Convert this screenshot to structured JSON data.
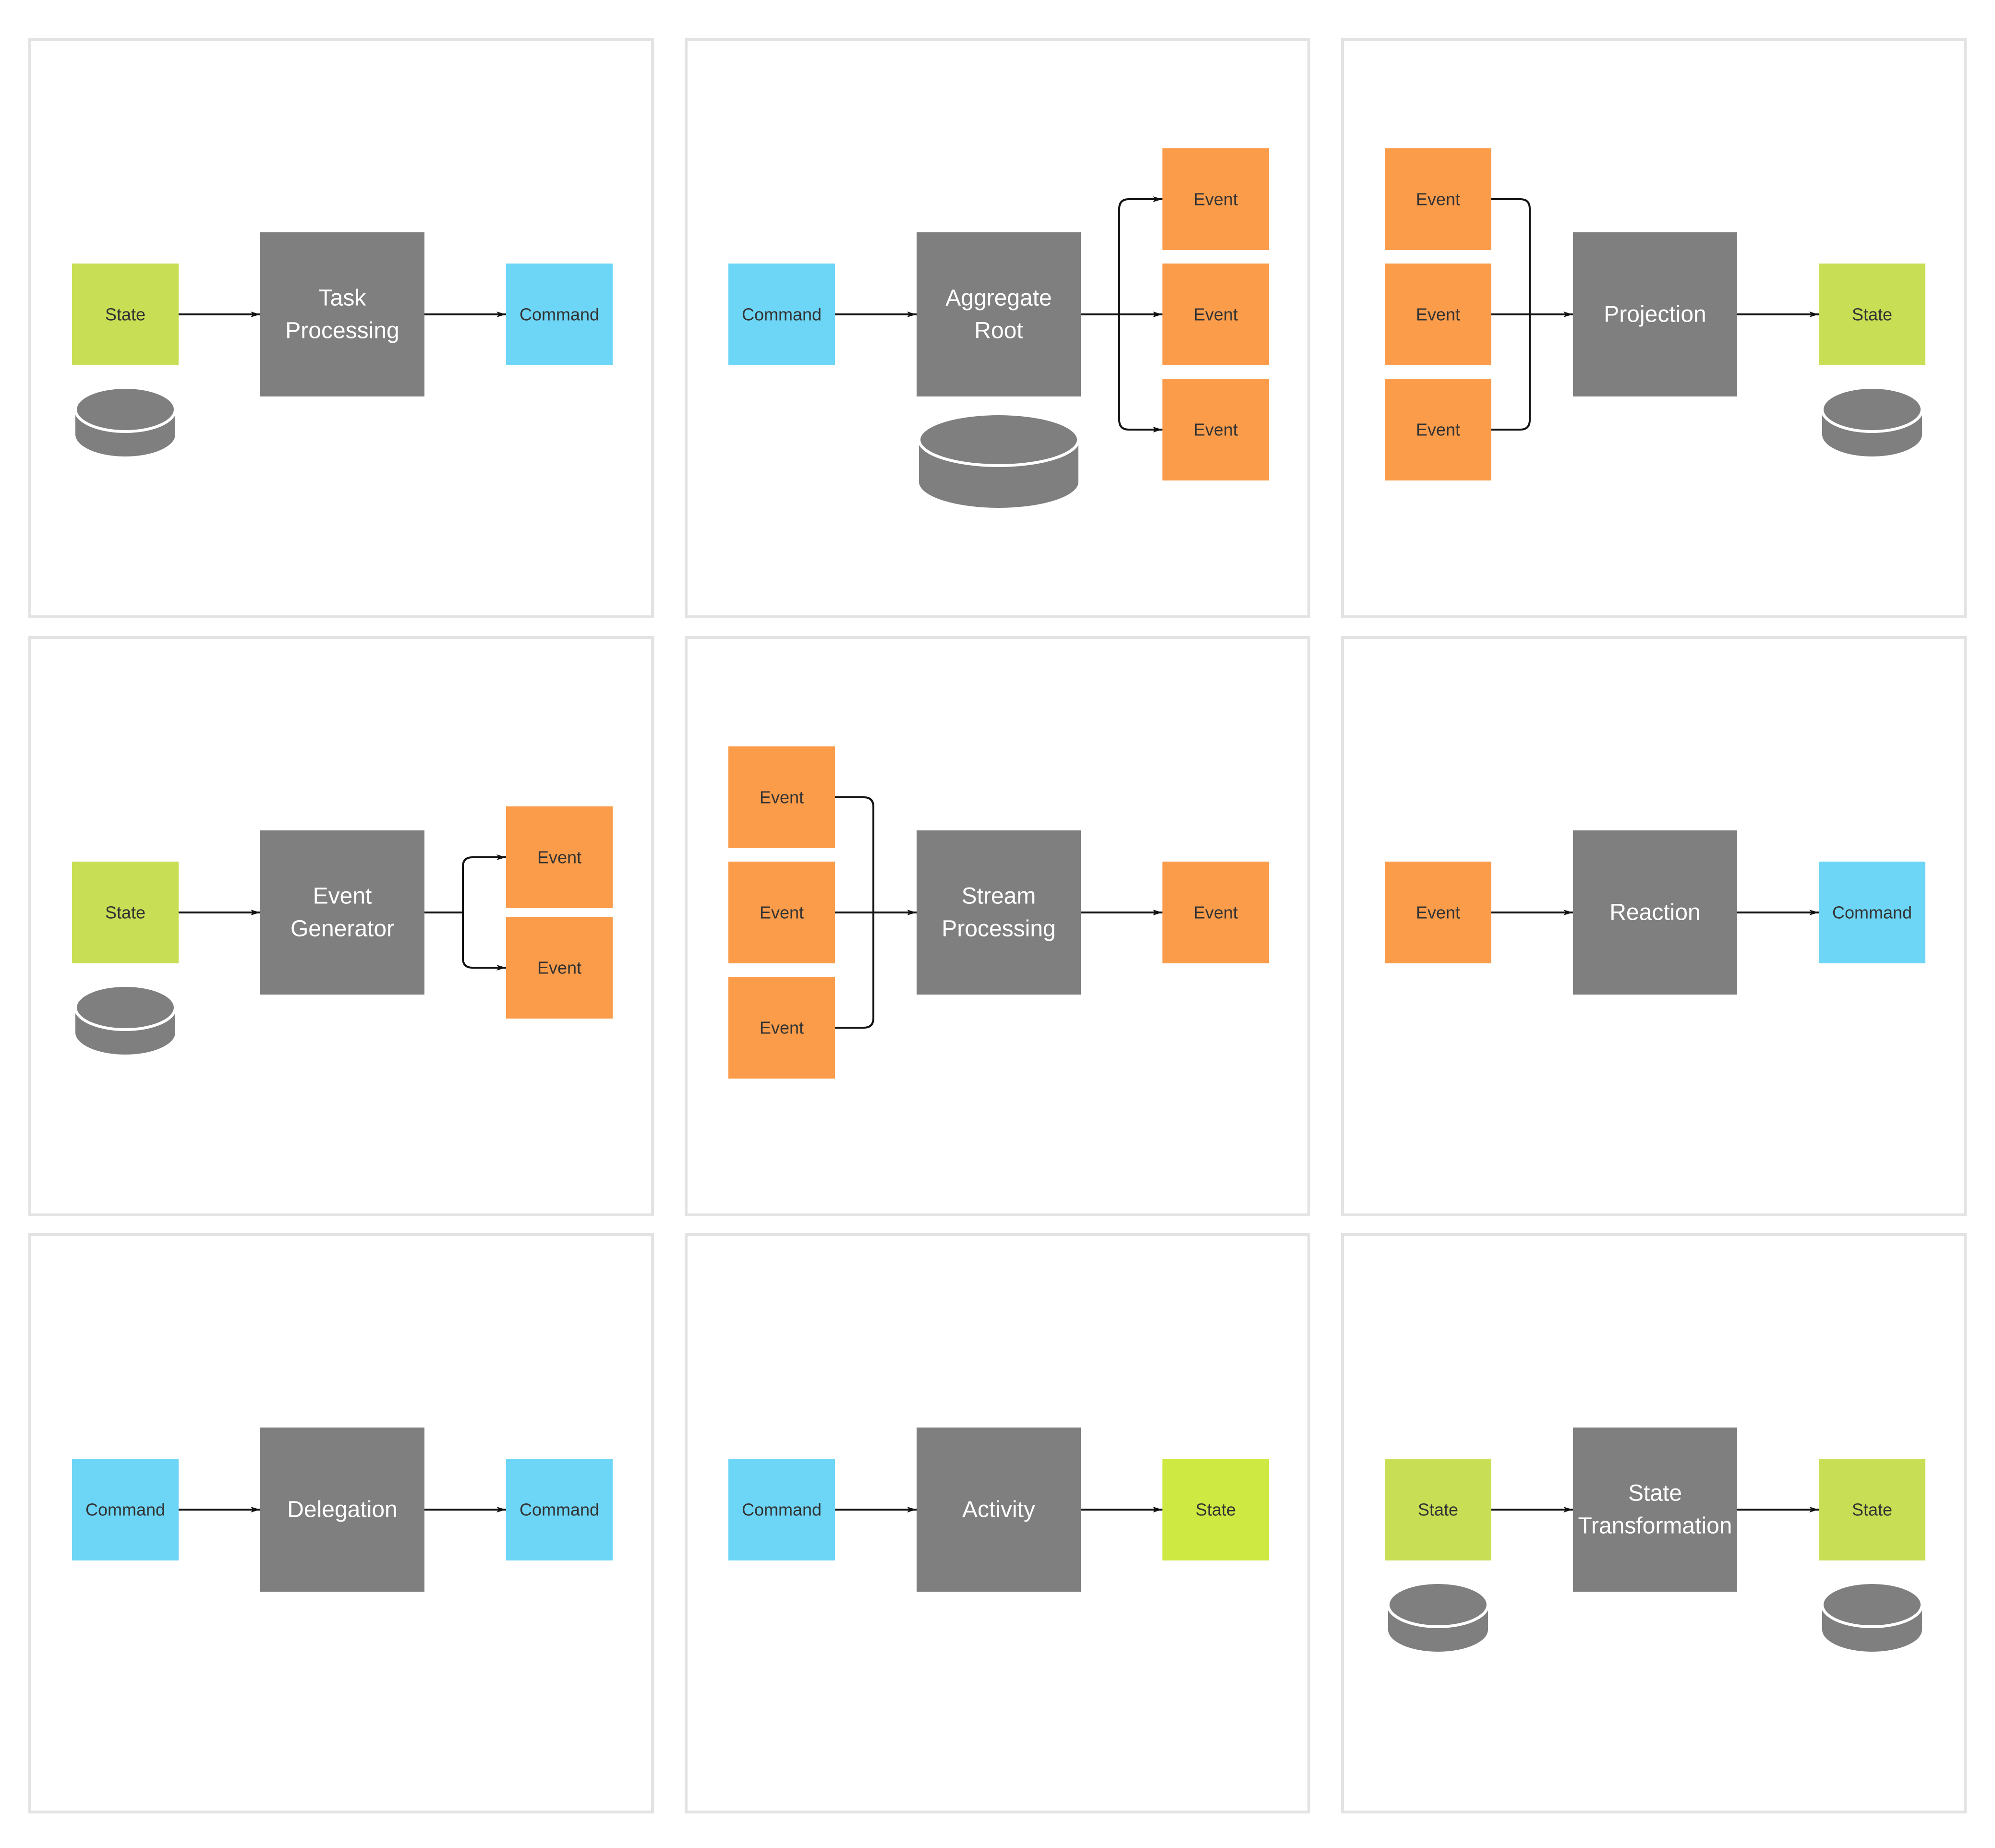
{
  "colors": {
    "state": "#c8df55",
    "state_bright": "#cde942",
    "command": "#6dd6f7",
    "event": "#fb9c4b",
    "process": "#7f7f7f",
    "storage": "#7f7f7f",
    "panel_border": "#e3e3e3",
    "edge": "#111111"
  },
  "icons": {
    "storage": "database-cylinder-icon",
    "edge": "arrow-icon"
  },
  "panels": [
    {
      "name": "task-processing",
      "process": [
        "Task",
        "Processing"
      ],
      "inputs": [
        {
          "type": "state",
          "label": "State"
        }
      ],
      "outputs": [
        {
          "type": "command",
          "label": "Command"
        }
      ],
      "storage": "input"
    },
    {
      "name": "aggregate-root",
      "process": [
        "Aggregate",
        "Root"
      ],
      "inputs": [
        {
          "type": "command",
          "label": "Command"
        }
      ],
      "outputs": [
        {
          "type": "event",
          "label": "Event"
        },
        {
          "type": "event",
          "label": "Event"
        },
        {
          "type": "event",
          "label": "Event"
        }
      ],
      "storage": "process"
    },
    {
      "name": "projection",
      "process": [
        "Projection"
      ],
      "inputs": [
        {
          "type": "event",
          "label": "Event"
        },
        {
          "type": "event",
          "label": "Event"
        },
        {
          "type": "event",
          "label": "Event"
        }
      ],
      "outputs": [
        {
          "type": "state",
          "label": "State"
        }
      ],
      "storage": "output"
    },
    {
      "name": "event-generator",
      "process": [
        "Event",
        "Generator"
      ],
      "inputs": [
        {
          "type": "state",
          "label": "State"
        }
      ],
      "outputs": [
        {
          "type": "event",
          "label": "Event"
        },
        {
          "type": "event",
          "label": "Event"
        }
      ],
      "storage": "input"
    },
    {
      "name": "stream-processing",
      "process": [
        "Stream",
        "Processing"
      ],
      "inputs": [
        {
          "type": "event",
          "label": "Event"
        },
        {
          "type": "event",
          "label": "Event"
        },
        {
          "type": "event",
          "label": "Event"
        }
      ],
      "outputs": [
        {
          "type": "event",
          "label": "Event"
        }
      ],
      "storage": "none"
    },
    {
      "name": "reaction",
      "process": [
        "Reaction"
      ],
      "inputs": [
        {
          "type": "event",
          "label": "Event"
        }
      ],
      "outputs": [
        {
          "type": "command",
          "label": "Command"
        }
      ],
      "storage": "none"
    },
    {
      "name": "delegation",
      "process": [
        "Delegation"
      ],
      "inputs": [
        {
          "type": "command",
          "label": "Command"
        }
      ],
      "outputs": [
        {
          "type": "command",
          "label": "Command"
        }
      ],
      "storage": "none"
    },
    {
      "name": "activity",
      "process": [
        "Activity"
      ],
      "inputs": [
        {
          "type": "command",
          "label": "Command"
        }
      ],
      "outputs": [
        {
          "type": "state_bright",
          "label": "State"
        }
      ],
      "storage": "none"
    },
    {
      "name": "state-transformation",
      "process": [
        "State",
        "Transformation"
      ],
      "inputs": [
        {
          "type": "state",
          "label": "State"
        }
      ],
      "outputs": [
        {
          "type": "state",
          "label": "State"
        }
      ],
      "storage": "both"
    }
  ]
}
